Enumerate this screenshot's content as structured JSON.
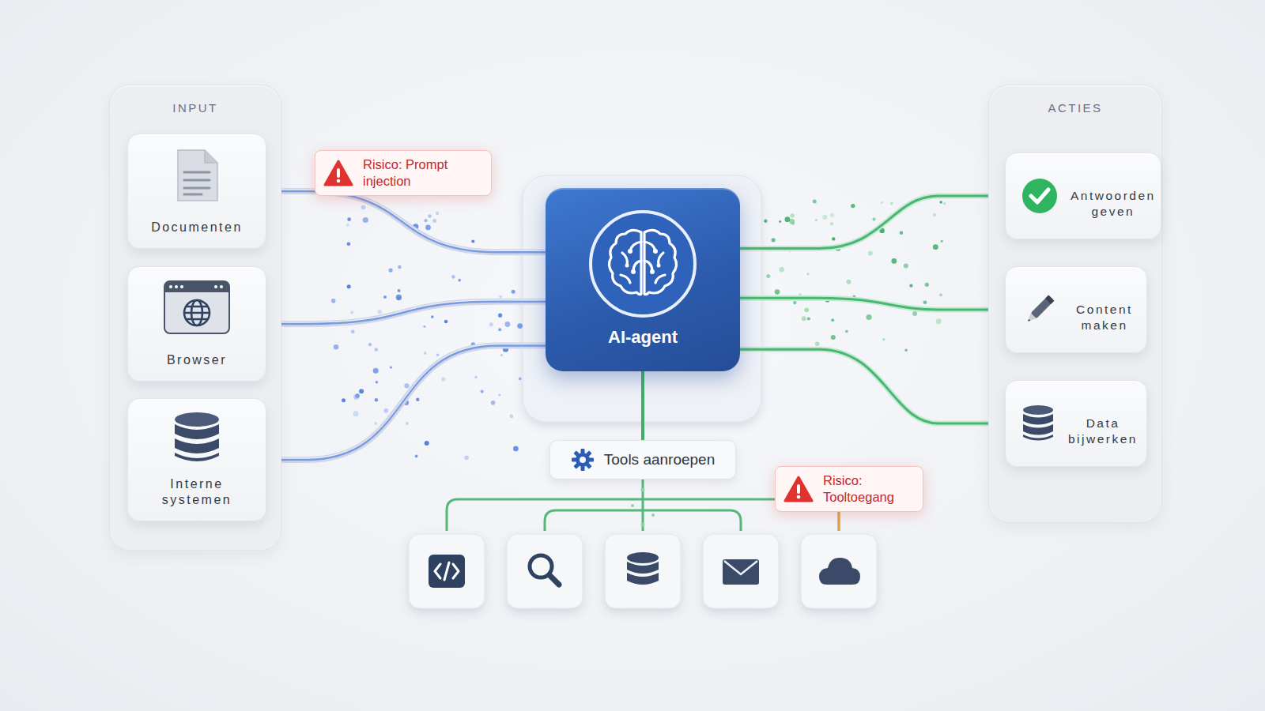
{
  "diagram": {
    "nodes": [
      {
        "text": [
          "INPUT"
        ]
      },
      {
        "text": [
          "Documenten"
        ],
        "in": 0
      },
      {
        "text": [
          "Browser"
        ],
        "in": 0
      },
      {
        "text": [
          "Interne systemen"
        ],
        "in": 0
      },
      {
        "text": [
          "Risico: Prompt injection"
        ]
      },
      {
        "text": [
          "AI-agent"
        ]
      },
      {
        "text": [
          "Tools aanroepen"
        ]
      },
      {
        "text": [
          "Risico: Tooltoegang"
        ]
      },
      {
        "text": [
          "ACTIES"
        ]
      },
      {
        "text": [
          "Antwoorden geven"
        ],
        "in": 8
      },
      {
        "text": [
          "Content maken"
        ],
        "in": 8
      },
      {
        "text": [
          "Data bijwerken"
        ],
        "in": 8
      }
    ],
    "edges": [
      {
        "from": 1,
        "to": 5,
        "arrow": "none"
      },
      {
        "from": 2,
        "to": 5,
        "arrow": "none"
      },
      {
        "from": 3,
        "to": 5,
        "arrow": "none"
      },
      {
        "from": 5,
        "to": 9,
        "arrow": "to"
      },
      {
        "from": 5,
        "to": 10,
        "arrow": "to"
      },
      {
        "from": 5,
        "to": 11,
        "arrow": "to"
      },
      {
        "from": 5,
        "to": 6,
        "arrow": "none"
      }
    ]
  }
}
